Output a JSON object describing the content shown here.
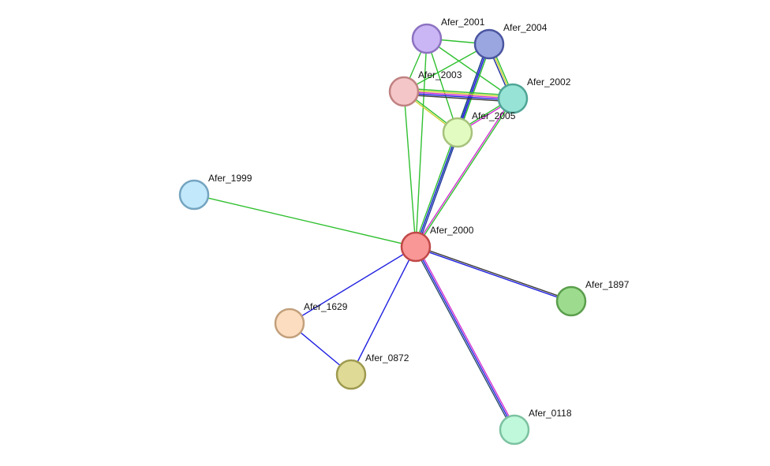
{
  "network": {
    "nodes": [
      {
        "id": "Afer_2001",
        "label": "Afer_2001",
        "fill": "#cbb6f5",
        "stroke": "#8c72c0"
      },
      {
        "id": "Afer_2004",
        "label": "Afer_2004",
        "fill": "#9aa6e0",
        "stroke": "#4a56a0"
      },
      {
        "id": "Afer_2003",
        "label": "Afer_2003",
        "fill": "#f5c6c8",
        "stroke": "#c08282"
      },
      {
        "id": "Afer_2002",
        "label": "Afer_2002",
        "fill": "#97e3d6",
        "stroke": "#4fa596"
      },
      {
        "id": "Afer_2005",
        "label": "Afer_2005",
        "fill": "#e2fbc0",
        "stroke": "#a6c27c"
      },
      {
        "id": "Afer_1999",
        "label": "Afer_1999",
        "fill": "#c2e8fb",
        "stroke": "#74a4c0"
      },
      {
        "id": "Afer_2000",
        "label": "Afer_2000",
        "fill": "#f99696",
        "stroke": "#c04848"
      },
      {
        "id": "Afer_1897",
        "label": "Afer_1897",
        "fill": "#9ddc8e",
        "stroke": "#5a9e4c"
      },
      {
        "id": "Afer_1629",
        "label": "Afer_1629",
        "fill": "#fcddc0",
        "stroke": "#c2a07c"
      },
      {
        "id": "Afer_0872",
        "label": "Afer_0872",
        "fill": "#dfdb96",
        "stroke": "#9e9a50"
      },
      {
        "id": "Afer_0118",
        "label": "Afer_0118",
        "fill": "#c0f8dc",
        "stroke": "#7cc2a0"
      }
    ],
    "edges": [
      {
        "source": "Afer_2000",
        "target": "Afer_1999",
        "colors": [
          "#30c030"
        ]
      },
      {
        "source": "Afer_2000",
        "target": "Afer_2003",
        "colors": [
          "#30c030"
        ]
      },
      {
        "source": "Afer_2000",
        "target": "Afer_2001",
        "colors": [
          "#30c030"
        ]
      },
      {
        "source": "Afer_2000",
        "target": "Afer_2005",
        "colors": [
          "#30c030"
        ]
      },
      {
        "source": "Afer_2000",
        "target": "Afer_2004",
        "colors": [
          "#30c030",
          "#2020e0",
          "#2030a0"
        ]
      },
      {
        "source": "Afer_2000",
        "target": "Afer_2002",
        "colors": [
          "#d030d0",
          "#30c030"
        ]
      },
      {
        "source": "Afer_2000",
        "target": "Afer_1897",
        "colors": [
          "#3a3a3a",
          "#2020e0"
        ]
      },
      {
        "source": "Afer_2000",
        "target": "Afer_0118",
        "colors": [
          "#d030d0",
          "#2020e0",
          "#2a4a6a"
        ]
      },
      {
        "source": "Afer_2000",
        "target": "Afer_1629",
        "colors": [
          "#2020e0"
        ]
      },
      {
        "source": "Afer_2000",
        "target": "Afer_0872",
        "colors": [
          "#2020e0"
        ]
      },
      {
        "source": "Afer_1629",
        "target": "Afer_0872",
        "colors": [
          "#2020e0"
        ]
      },
      {
        "source": "Afer_2001",
        "target": "Afer_2004",
        "colors": [
          "#30c030"
        ]
      },
      {
        "source": "Afer_2001",
        "target": "Afer_2003",
        "colors": [
          "#30c030"
        ]
      },
      {
        "source": "Afer_2001",
        "target": "Afer_2002",
        "colors": [
          "#30c030"
        ]
      },
      {
        "source": "Afer_2001",
        "target": "Afer_2005",
        "colors": [
          "#30c030"
        ]
      },
      {
        "source": "Afer_2004",
        "target": "Afer_2003",
        "colors": [
          "#30c030"
        ]
      },
      {
        "source": "Afer_2004",
        "target": "Afer_2002",
        "colors": [
          "#30c030",
          "#d0d030",
          "#2030a0"
        ]
      },
      {
        "source": "Afer_2004",
        "target": "Afer_2005",
        "colors": [
          "#30c030",
          "#2020e0",
          "#2030a0"
        ]
      },
      {
        "source": "Afer_2003",
        "target": "Afer_2002",
        "colors": [
          "#30c030",
          "#d0d030",
          "#d030d0",
          "#2020e0",
          "#3a3a3a"
        ]
      },
      {
        "source": "Afer_2003",
        "target": "Afer_2005",
        "colors": [
          "#30c030",
          "#d0d030"
        ]
      },
      {
        "source": "Afer_2005",
        "target": "Afer_2002",
        "colors": [
          "#30c030",
          "#d030d0"
        ]
      }
    ]
  }
}
